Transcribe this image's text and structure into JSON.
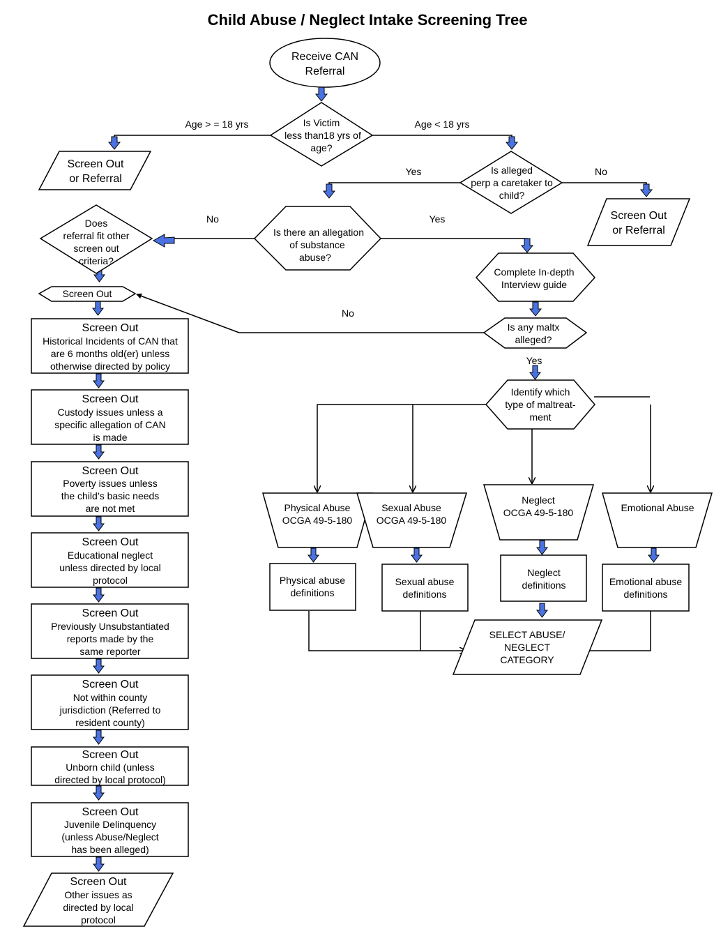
{
  "title": "Child Abuse / Neglect Intake Screening Tree",
  "nodes": {
    "receive": [
      "Receive CAN",
      "Referral"
    ],
    "victim_age": [
      "Is Victim",
      "less than18 yrs of",
      "age?"
    ],
    "screen_out_left": [
      "Screen Out",
      "or Referral"
    ],
    "caretaker": [
      "Is alleged",
      "perp a caretaker to",
      "child?"
    ],
    "screen_out_right": [
      "Screen Out",
      "or Referral"
    ],
    "substance": [
      "Is there an allegation",
      "of substance",
      "abuse?"
    ],
    "other_criteria": [
      "Does",
      "referral fit other",
      "screen out",
      "criteria?"
    ],
    "screen_out_hex": "Screen Out",
    "interview": [
      "Complete In-depth",
      "Interview guide"
    ],
    "maltx": [
      "Is any maltx",
      "alleged?"
    ],
    "identify": [
      "Identify which",
      "type of maltreat-",
      "ment"
    ],
    "physical_hdr": [
      "Physical Abuse",
      "OCGA 49-5-180"
    ],
    "sexual_hdr": [
      "Sexual Abuse",
      "OCGA 49-5-180"
    ],
    "neglect_hdr": [
      "Neglect",
      "OCGA 49-5-180"
    ],
    "emotional_hdr": [
      "Emotional Abuse"
    ],
    "physical_def": [
      "Physical abuse",
      "definitions"
    ],
    "sexual_def": [
      "Sexual abuse",
      "definitions"
    ],
    "neglect_def": [
      "Neglect",
      "definitions"
    ],
    "emotional_def": [
      "Emotional abuse",
      "definitions"
    ],
    "select": [
      "SELECT ABUSE/",
      "NEGLECT",
      "CATEGORY"
    ]
  },
  "screen_out_boxes": [
    {
      "head": "Screen Out",
      "body": [
        "Historical Incidents of CAN that",
        "are 6 months old(er) unless",
        "otherwise directed by policy"
      ]
    },
    {
      "head": "Screen Out",
      "body": [
        "Custody issues unless a",
        "specific allegation of CAN",
        "is made"
      ]
    },
    {
      "head": "Screen Out",
      "body": [
        "Poverty issues unless",
        "the child’s basic needs",
        "are not met"
      ]
    },
    {
      "head": "Screen Out",
      "body": [
        "Educational neglect",
        "unless directed by local",
        "protocol"
      ]
    },
    {
      "head": "Screen Out",
      "body": [
        "Previously Unsubstantiated",
        "reports made by the",
        "same reporter"
      ]
    },
    {
      "head": "Screen Out",
      "body": [
        "Not within county",
        "jurisdiction (Referred to",
        "resident county)"
      ]
    },
    {
      "head": "Screen Out",
      "body": [
        "Unborn child (unless",
        "directed by local protocol)"
      ]
    },
    {
      "head": "Screen Out",
      "body": [
        "Juvenile Delinquency",
        "(unless Abuse/Neglect",
        "has been alleged)"
      ]
    }
  ],
  "final_screen_out": {
    "head": "Screen Out",
    "body": [
      "Other issues as",
      "directed by local",
      "protocol"
    ]
  },
  "edge_labels": {
    "age_ge": "Age > = 18 yrs",
    "age_lt": "Age < 18 yrs",
    "caretaker_yes": "Yes",
    "caretaker_no": "No",
    "substance_no": "No",
    "substance_yes": "Yes",
    "maltx_no": "No",
    "maltx_yes": "Yes"
  },
  "colors": {
    "arrow_fill": "#4a72e0"
  }
}
